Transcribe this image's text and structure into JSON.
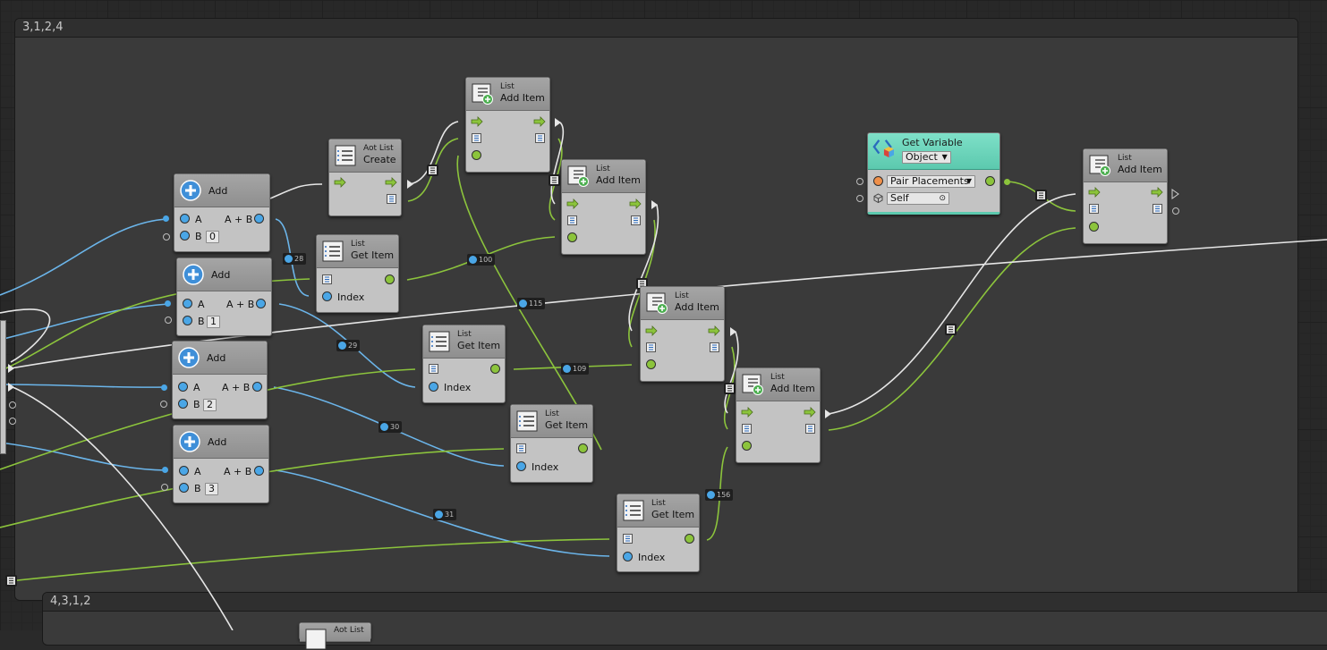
{
  "groups": {
    "top": {
      "title": "3,1,2,4"
    },
    "bottom": {
      "title": "4,3,1,2"
    }
  },
  "nodes": {
    "add_0": {
      "title": "Add",
      "port_a": "A",
      "port_b": "B",
      "output": "A + B",
      "b_value": "0"
    },
    "add_1": {
      "title": "Add",
      "port_a": "A",
      "port_b": "B",
      "output": "A + B",
      "b_value": "1"
    },
    "add_2": {
      "title": "Add",
      "port_a": "A",
      "port_b": "B",
      "output": "A + B",
      "b_value": "2"
    },
    "add_3": {
      "title": "Add",
      "port_a": "A",
      "port_b": "B",
      "output": "A + B",
      "b_value": "3"
    },
    "aot_create": {
      "category": "Aot List",
      "title": "Create"
    },
    "get_item_1": {
      "category": "List",
      "title": "Get Item",
      "index_label": "Index"
    },
    "get_item_2": {
      "category": "List",
      "title": "Get Item",
      "index_label": "Index"
    },
    "get_item_3": {
      "category": "List",
      "title": "Get Item",
      "index_label": "Index"
    },
    "get_item_4": {
      "category": "List",
      "title": "Get Item",
      "index_label": "Index"
    },
    "add_item_1": {
      "category": "List",
      "title": "Add Item"
    },
    "add_item_2": {
      "category": "List",
      "title": "Add Item"
    },
    "add_item_3": {
      "category": "List",
      "title": "Add Item"
    },
    "add_item_4": {
      "category": "List",
      "title": "Add Item"
    },
    "add_item_5": {
      "category": "List",
      "title": "Add Item"
    },
    "get_variable": {
      "title": "Get Variable",
      "kind": "Object",
      "variable_name": "Pair Placements",
      "target": "Self"
    },
    "aot_bottom": {
      "title": "Aot List"
    }
  },
  "badges": {
    "b28": "28",
    "b29": "29",
    "b30": "30",
    "b31": "31",
    "b100": "100",
    "b109": "109",
    "b115": "115",
    "b156": "156"
  },
  "colors": {
    "flow": "#e8e8e8",
    "float": "#4aa6e6",
    "object": "#8cc43c",
    "variable_header": "#6fd6bd"
  }
}
